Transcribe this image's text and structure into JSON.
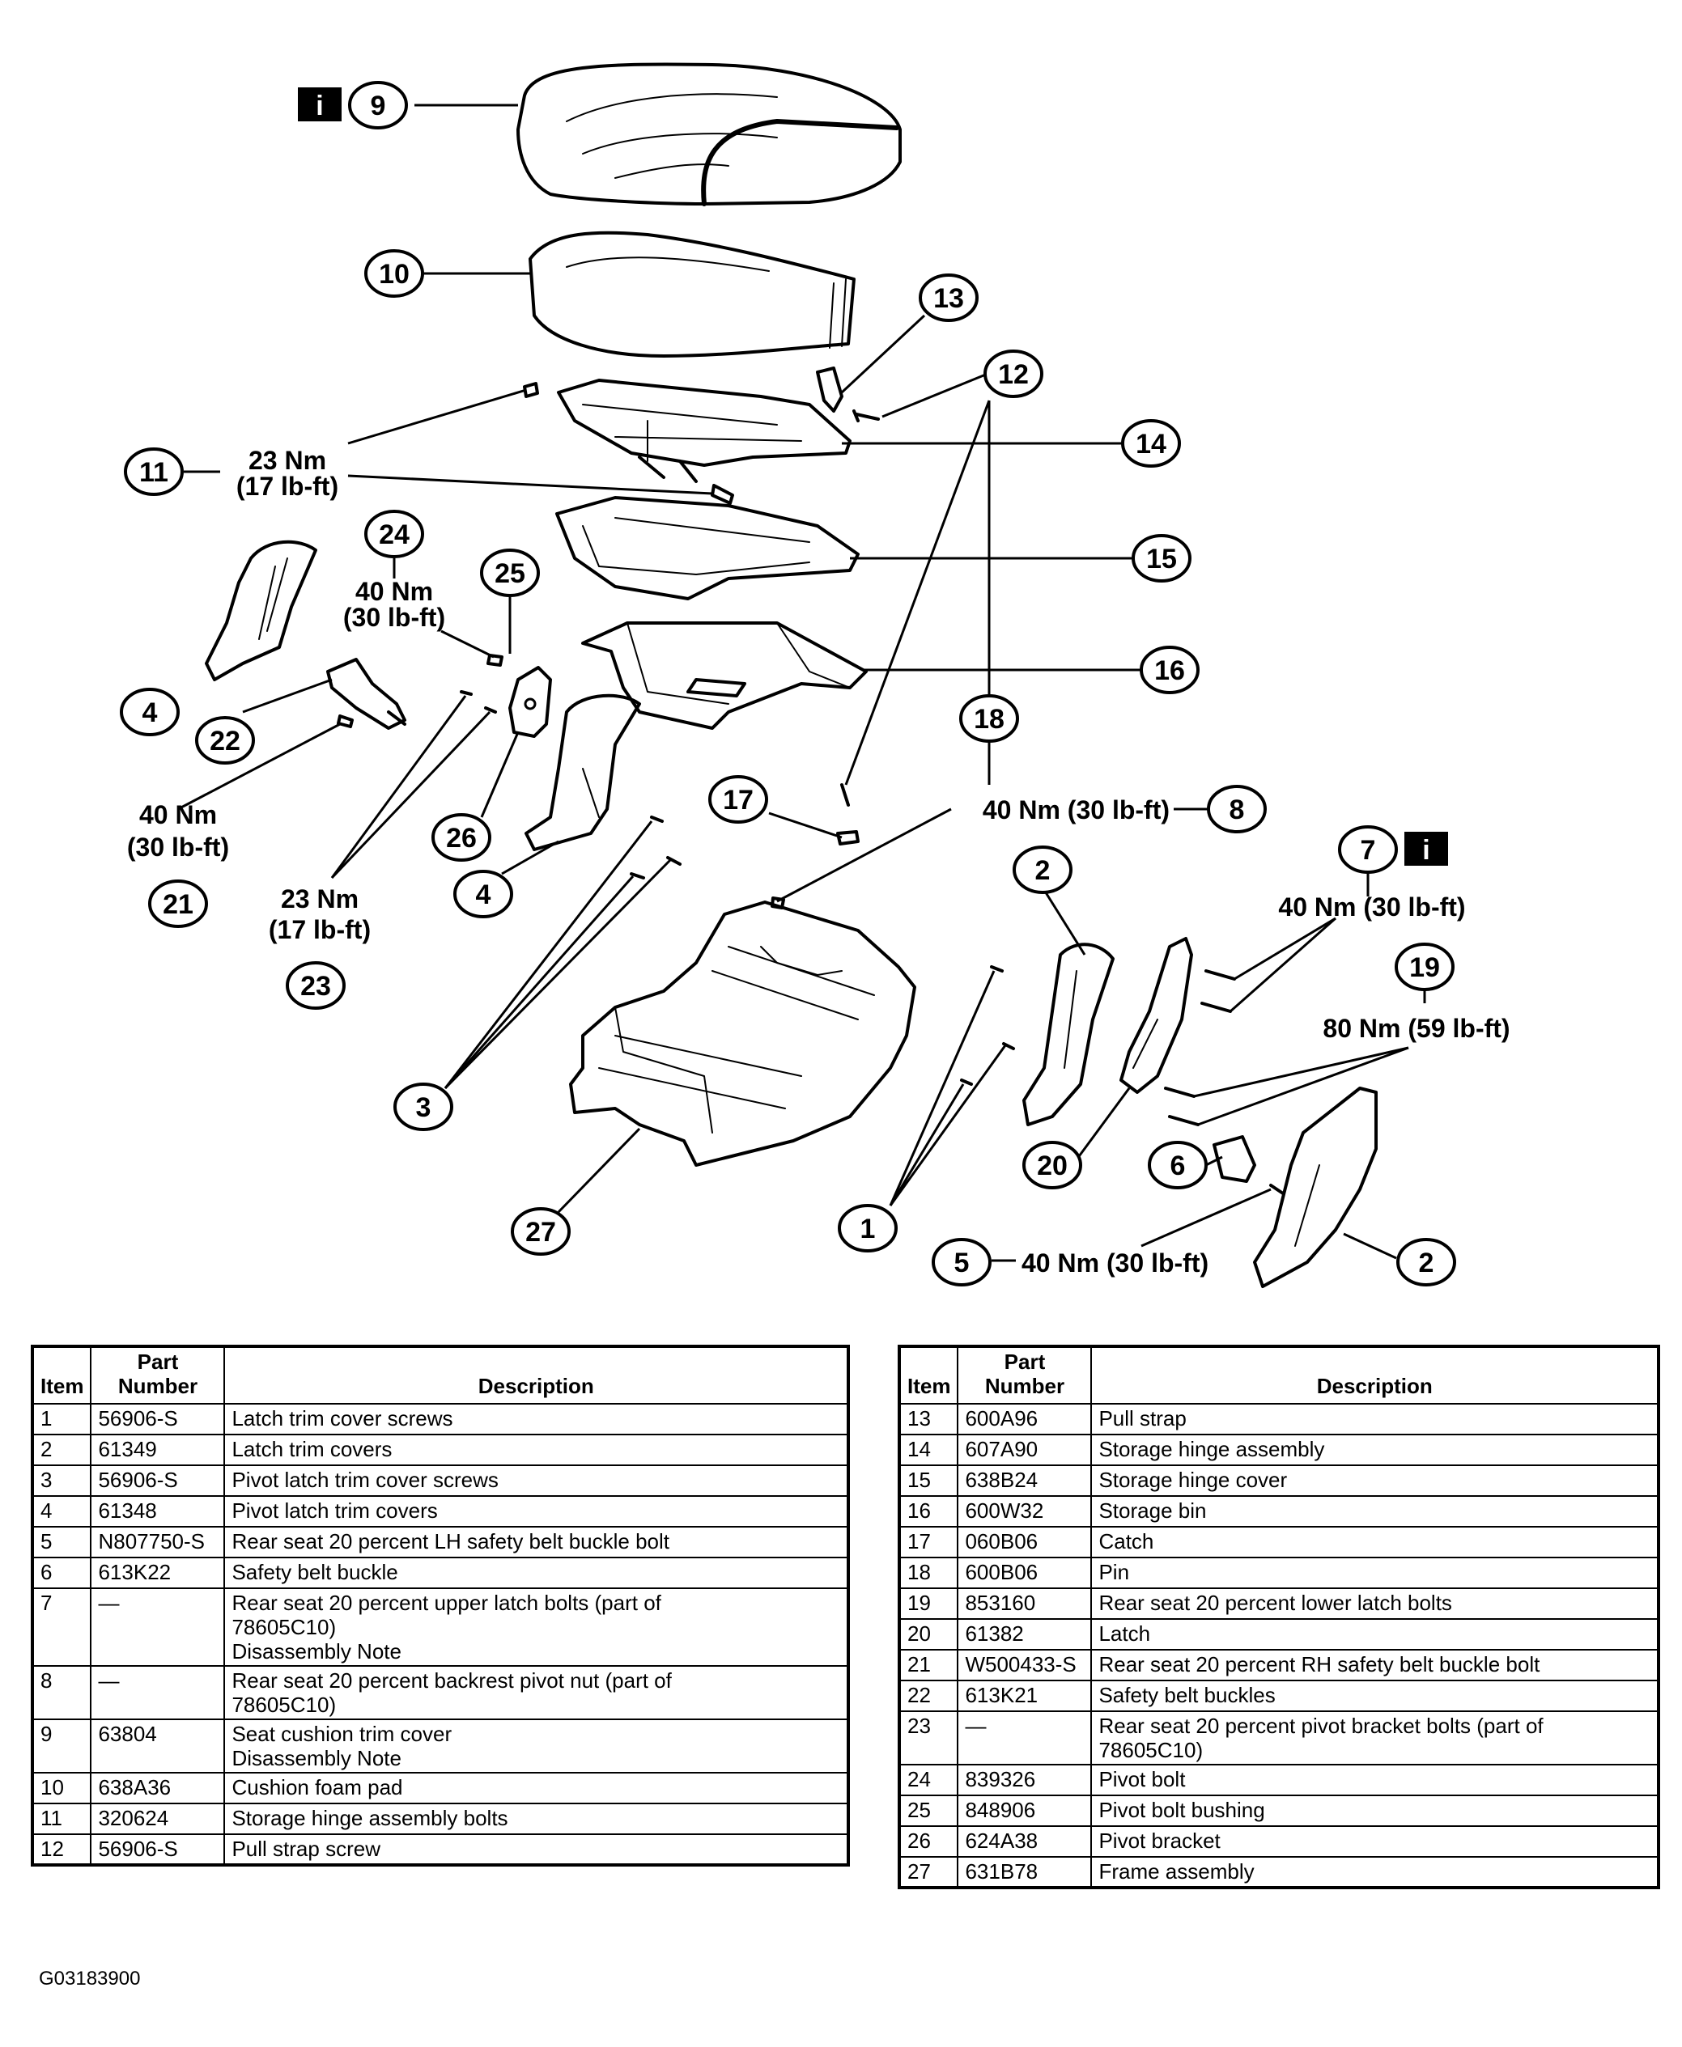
{
  "callouts": {
    "c1": "1",
    "c2a": "2",
    "c2b": "2",
    "c3": "3",
    "c4a": "4",
    "c4b": "4",
    "c5": "5",
    "c6": "6",
    "c7": "7",
    "c8": "8",
    "c9": "9",
    "c10": "10",
    "c11": "11",
    "c12": "12",
    "c13": "13",
    "c14": "14",
    "c15": "15",
    "c16": "16",
    "c17": "17",
    "c18": "18",
    "c19": "19",
    "c20": "20",
    "c21": "21",
    "c22": "22",
    "c23": "23",
    "c24": "24",
    "c25": "25",
    "c26": "26",
    "c27": "27"
  },
  "info_icon_glyph": "i",
  "torque": {
    "t11_nm": "23 Nm",
    "t11_lbft": "(17 lb-ft)",
    "t24_nm": "40 Nm",
    "t24_lbft": "(30 lb-ft)",
    "t21_nm": "40 Nm",
    "t21_lbft": "(30 lb-ft)",
    "t23_nm": "23 Nm",
    "t23_lbft": "(17 lb-ft)",
    "t8": "40 Nm (30 lb-ft)",
    "t7": "40 Nm (30 lb-ft)",
    "t19": "80 Nm (59 lb-ft)",
    "t5": "40 Nm (30 lb-ft)"
  },
  "table": {
    "headers": {
      "item": "Item",
      "part_line1": "Part",
      "part_line2": "Number",
      "description": "Description"
    },
    "left": [
      {
        "item": "1",
        "part": "56906-S",
        "desc": [
          "Latch trim cover screws"
        ]
      },
      {
        "item": "2",
        "part": "61349",
        "desc": [
          "Latch trim covers"
        ]
      },
      {
        "item": "3",
        "part": "56906-S",
        "desc": [
          "Pivot latch trim cover screws"
        ]
      },
      {
        "item": "4",
        "part": "61348",
        "desc": [
          "Pivot latch trim covers"
        ]
      },
      {
        "item": "5",
        "part": "N807750-S",
        "desc": [
          "Rear seat 20 percent LH safety belt buckle bolt"
        ]
      },
      {
        "item": "6",
        "part": "613K22",
        "desc": [
          "Safety belt buckle"
        ]
      },
      {
        "item": "7",
        "part": "—",
        "desc": [
          "Rear seat 20 percent upper latch bolts (part of",
          "78605C10)",
          "Disassembly Note"
        ]
      },
      {
        "item": "8",
        "part": "—",
        "desc": [
          "Rear seat 20 percent backrest pivot nut (part of",
          "78605C10)"
        ]
      },
      {
        "item": "9",
        "part": "63804",
        "desc": [
          "Seat cushion trim cover",
          "Disassembly Note"
        ]
      },
      {
        "item": "10",
        "part": "638A36",
        "desc": [
          "Cushion foam pad"
        ]
      },
      {
        "item": "11",
        "part": "320624",
        "desc": [
          "Storage hinge assembly bolts"
        ]
      },
      {
        "item": "12",
        "part": "56906-S",
        "desc": [
          "Pull strap screw"
        ]
      }
    ],
    "right": [
      {
        "item": "13",
        "part": "600A96",
        "desc": [
          "Pull strap"
        ]
      },
      {
        "item": "14",
        "part": "607A90",
        "desc": [
          "Storage hinge assembly"
        ]
      },
      {
        "item": "15",
        "part": "638B24",
        "desc": [
          "Storage hinge cover"
        ]
      },
      {
        "item": "16",
        "part": "600W32",
        "desc": [
          "Storage bin"
        ]
      },
      {
        "item": "17",
        "part": "060B06",
        "desc": [
          "Catch"
        ]
      },
      {
        "item": "18",
        "part": "600B06",
        "desc": [
          "Pin"
        ]
      },
      {
        "item": "19",
        "part": "853160",
        "desc": [
          "Rear seat 20 percent lower latch bolts"
        ]
      },
      {
        "item": "20",
        "part": "61382",
        "desc": [
          "Latch"
        ]
      },
      {
        "item": "21",
        "part": "W500433-S",
        "desc": [
          "Rear seat 20 percent RH safety belt buckle bolt"
        ]
      },
      {
        "item": "22",
        "part": "613K21",
        "desc": [
          "Safety belt buckles"
        ]
      },
      {
        "item": "23",
        "part": "—",
        "desc": [
          "Rear seat 20 percent pivot bracket bolts (part of",
          "78605C10)"
        ]
      },
      {
        "item": "24",
        "part": "839326",
        "desc": [
          "Pivot bolt"
        ]
      },
      {
        "item": "25",
        "part": "848906",
        "desc": [
          "Pivot bolt bushing"
        ]
      },
      {
        "item": "26",
        "part": "624A38",
        "desc": [
          "Pivot bracket"
        ]
      },
      {
        "item": "27",
        "part": "631B78",
        "desc": [
          "Frame assembly"
        ]
      }
    ]
  },
  "figure_id": "G03183900"
}
